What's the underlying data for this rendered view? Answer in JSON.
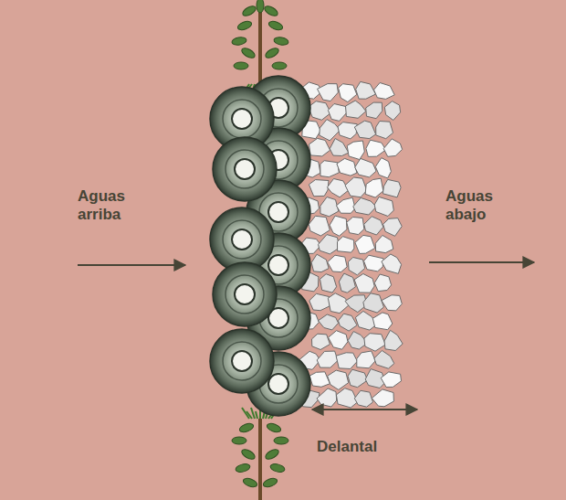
{
  "diagram": {
    "labels": [
      "Aguas arriba",
      "Aguas abajo",
      "Delantal"
    ]
  }
}
